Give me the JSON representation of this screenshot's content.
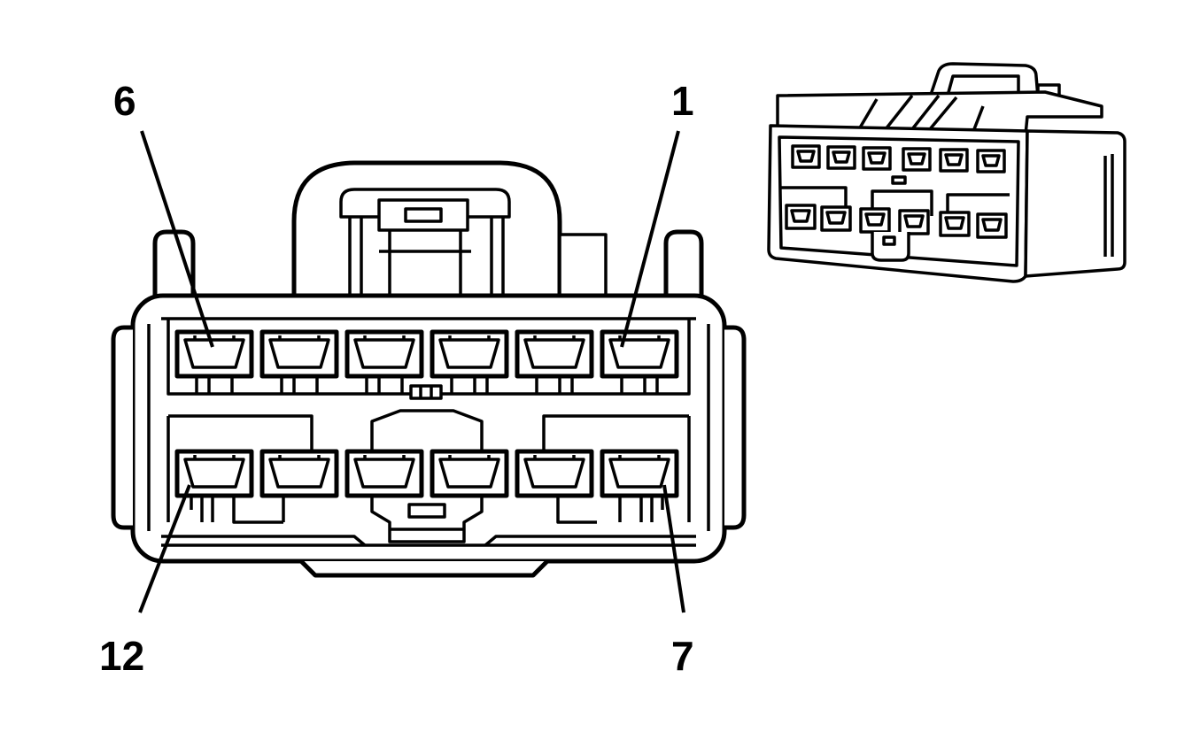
{
  "diagram": {
    "labels": {
      "pin_6": "6",
      "pin_1": "1",
      "pin_12": "12",
      "pin_7": "7"
    },
    "top_row_cavities": 6,
    "bottom_row_cavities": 6
  }
}
